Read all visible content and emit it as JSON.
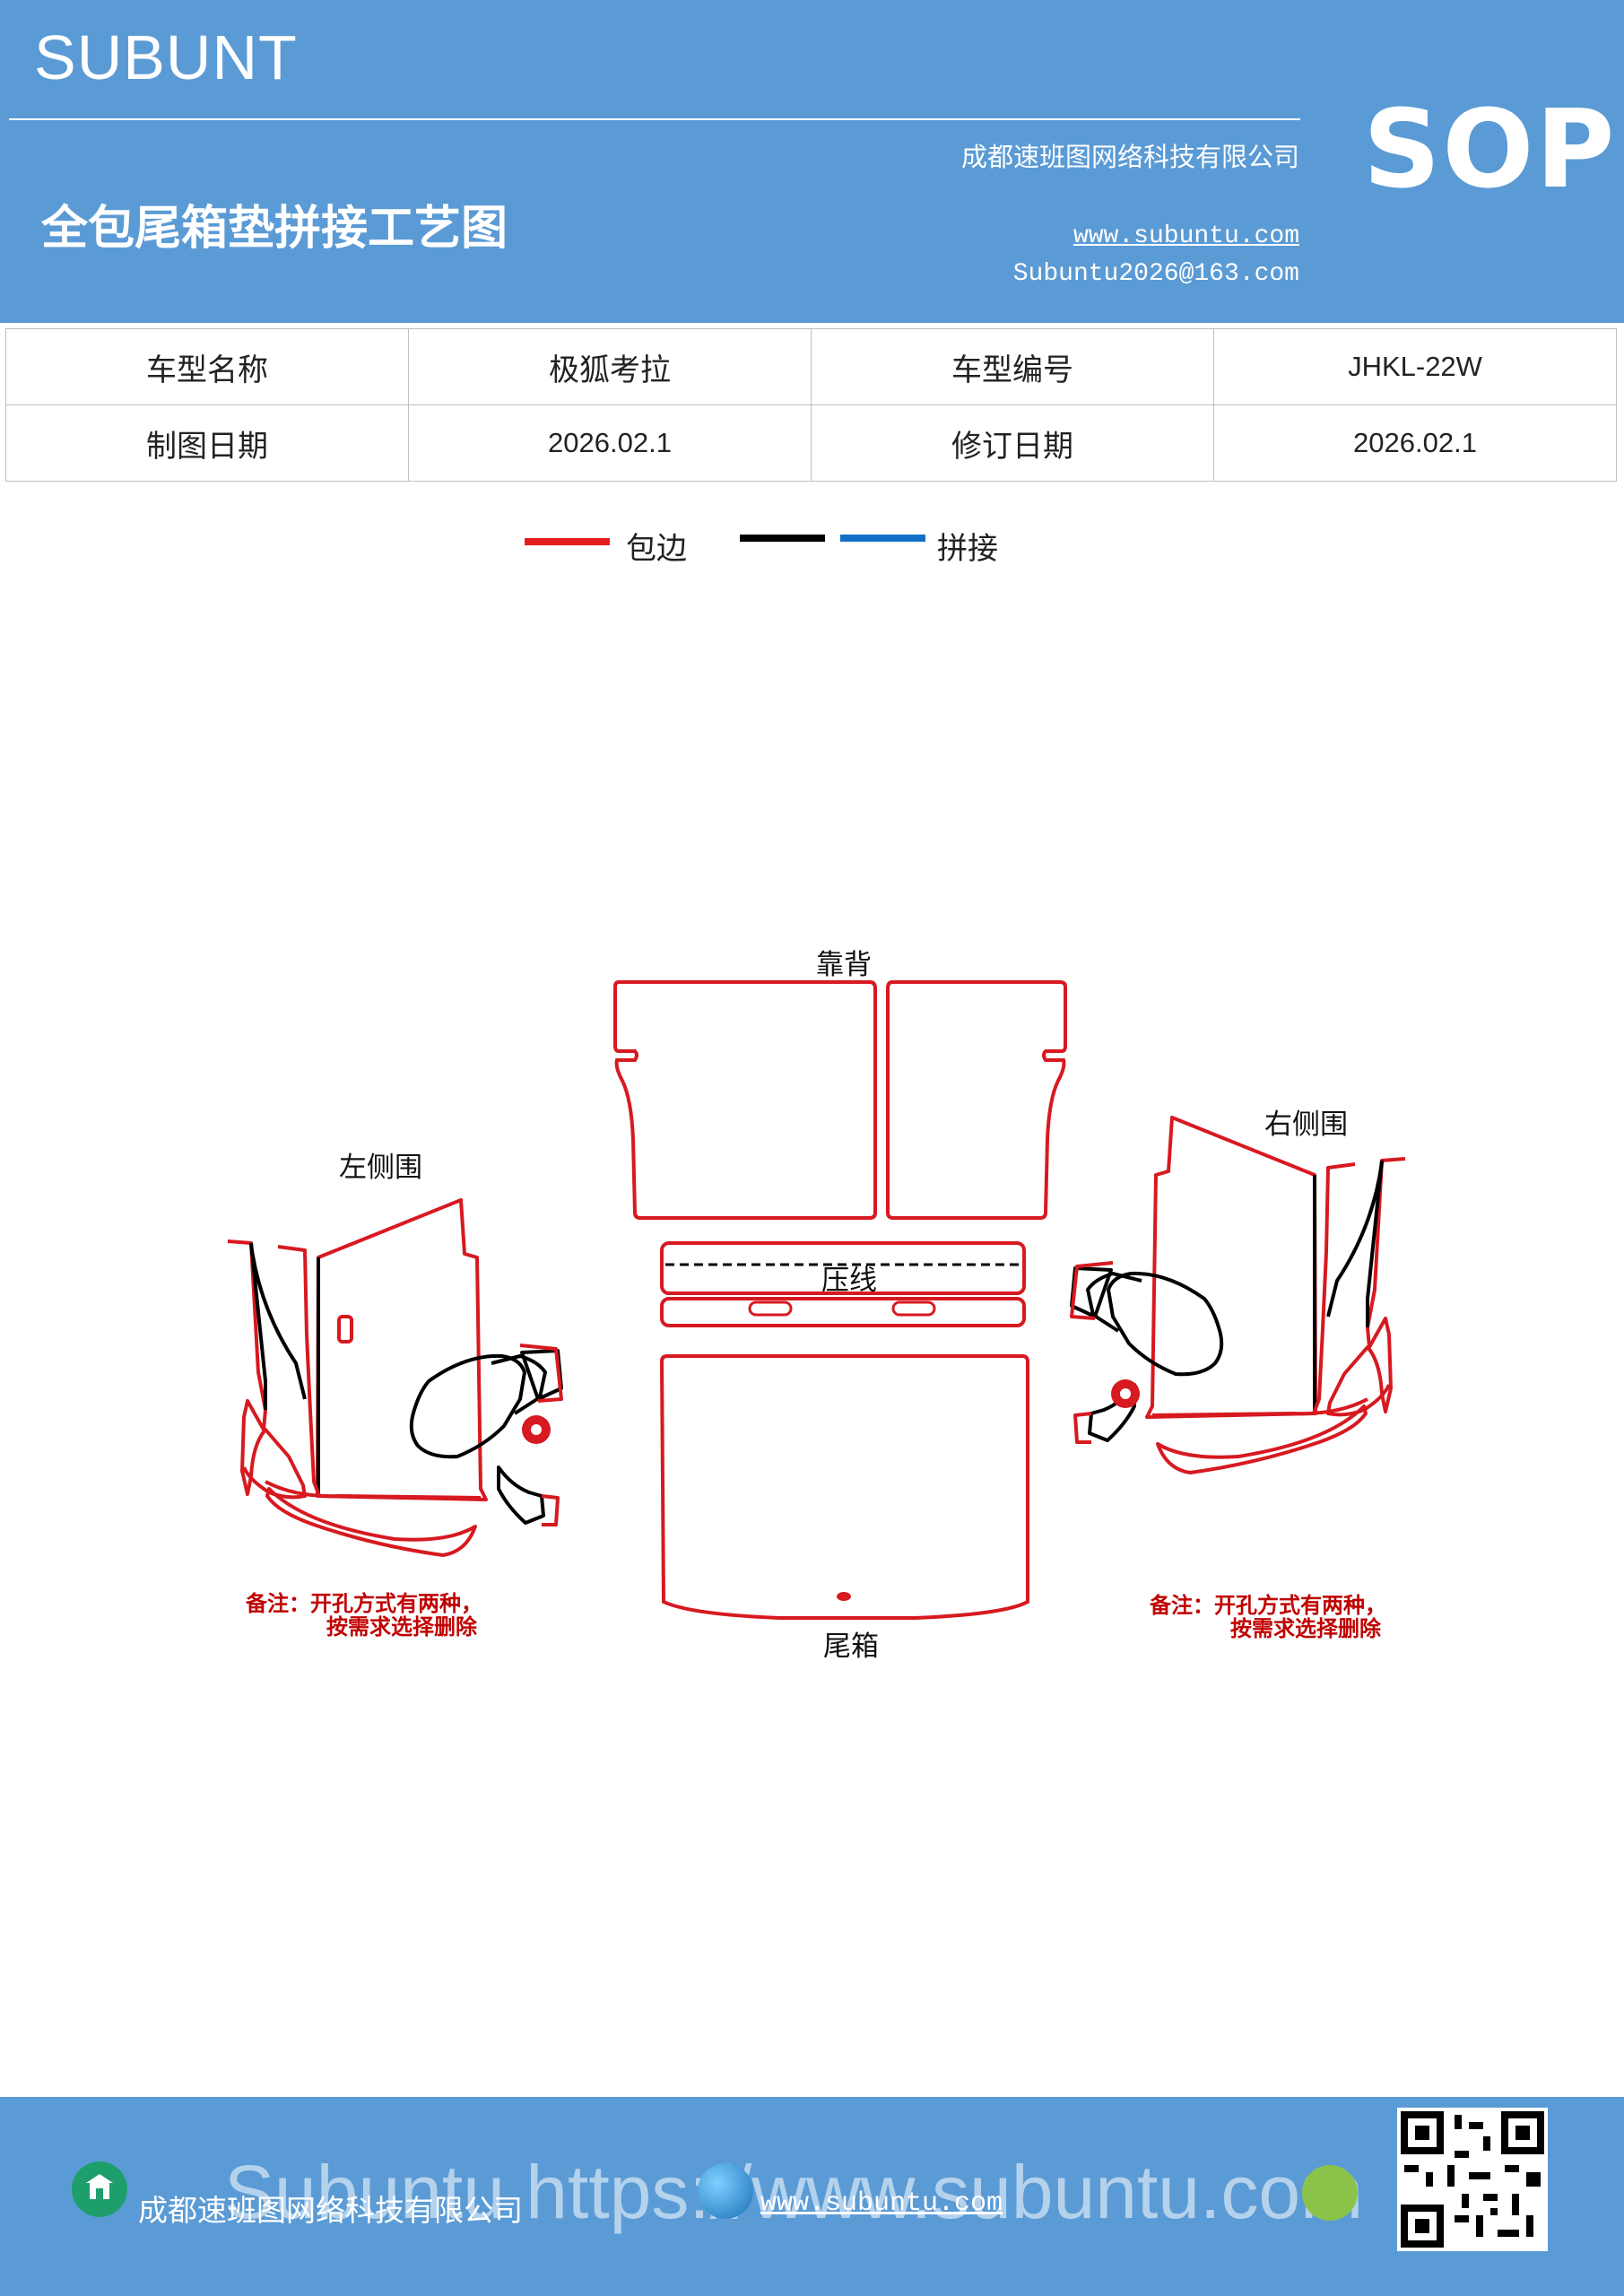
{
  "header": {
    "brand": "SUBUNT",
    "title": "全包尾箱垫拼接工艺图",
    "company": "成都速班图网络科技有限公司",
    "website": "www.subuntu.com",
    "email": "Subuntu2026@163.com",
    "badge": "SOP"
  },
  "info_table": {
    "row1": [
      "车型名称",
      "极狐考拉",
      "车型编号",
      "JHKL-22W"
    ],
    "row2": [
      "制图日期",
      "2026.02.1",
      "修订日期",
      "2026.02.1"
    ]
  },
  "legend": {
    "items": [
      {
        "label": "包边",
        "color": "#e31c1c"
      },
      {
        "label": "",
        "color": "#000000"
      },
      {
        "label": "拼接",
        "color": "#1570c7"
      }
    ]
  },
  "diagram": {
    "label_backrest": "靠背",
    "label_press_line": "压线",
    "label_trunk": "尾箱",
    "label_left": "左侧围",
    "label_right": "右侧围",
    "note_left_1": "备注：开孔方式有两种，",
    "note_left_2": "按需求选择删除",
    "note_right_1": "备注：开孔方式有两种，",
    "note_right_2": "按需求选择删除",
    "edge_color": "#d71920",
    "seam_color": "#000000"
  },
  "footer": {
    "company": "成都速班图网络科技有限公司",
    "website": "www.subuntu.com",
    "overlay": "Subuntu https://www.subuntu.com"
  }
}
